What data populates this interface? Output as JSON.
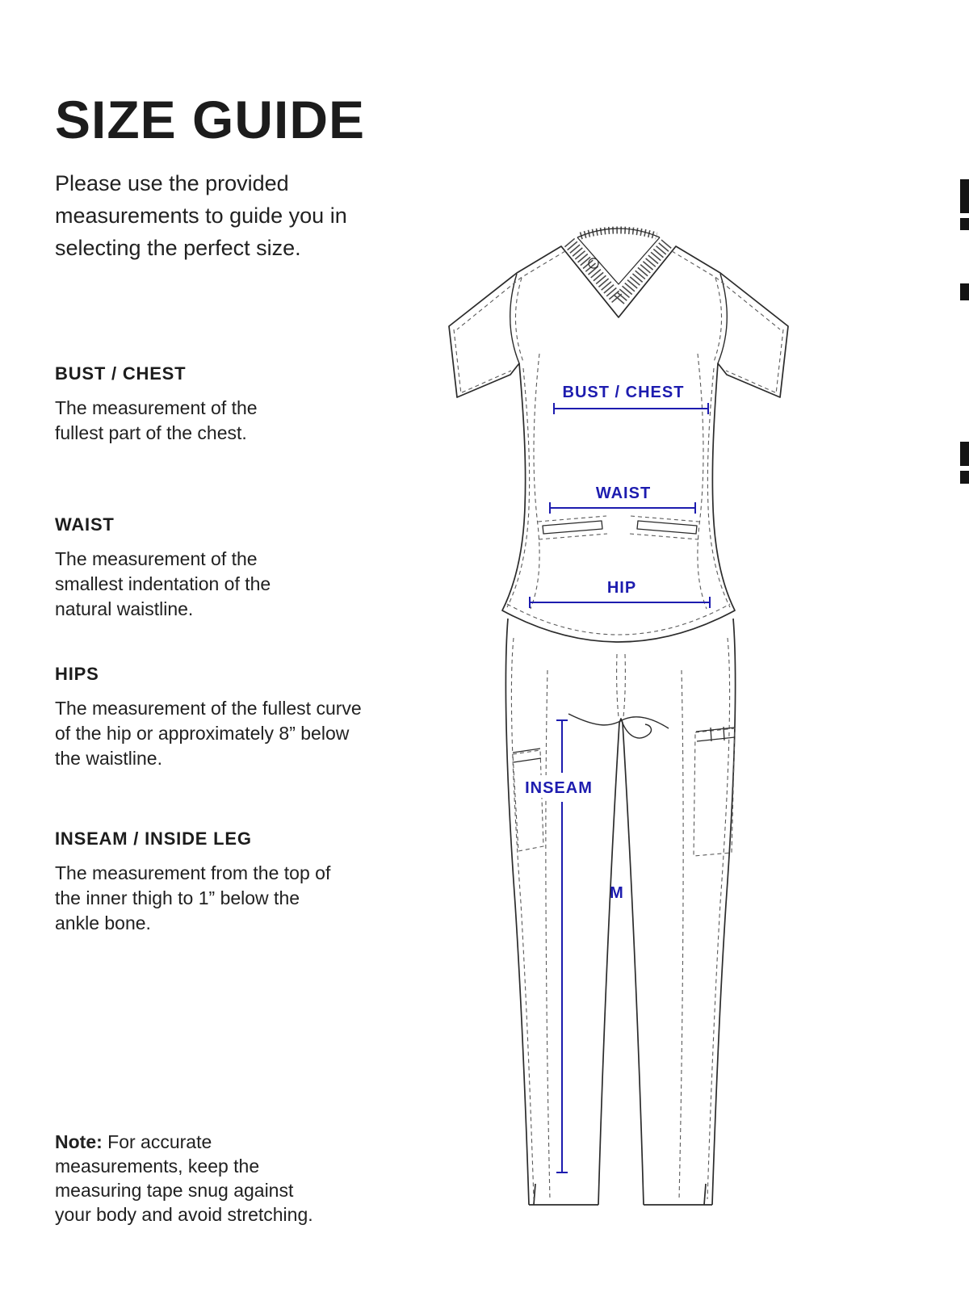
{
  "page": {
    "title": "SIZE GUIDE",
    "intro": "Please use the provided measurements to guide you in selecting the perfect size."
  },
  "sections": [
    {
      "heading": "BUST / CHEST",
      "body": "The measurement of the fullest part of the chest."
    },
    {
      "heading": "WAIST",
      "body": "The measurement of the smallest indentation of the natural waistline."
    },
    {
      "heading": "HIPS",
      "body": "The measurement of the fullest curve of the hip or approximately 8” below the waistline."
    },
    {
      "heading": "INSEAM / INSIDE LEG",
      "body": "The measurement from the top of the inner thigh to 1” below the ankle bone."
    }
  ],
  "note": {
    "label": "Note:",
    "text": " For accurate measurements, keep the measuring tape snug against your body and avoid stretching."
  },
  "diagram": {
    "labels": {
      "bust": "BUST / CHEST",
      "waist": "WAIST",
      "hip": "HIP",
      "inseam": "INSEAM",
      "size": "M"
    },
    "colors": {
      "annotation": "#1d1caf",
      "outline": "#2b2b2b",
      "stitch": "#5a5a5a"
    }
  }
}
